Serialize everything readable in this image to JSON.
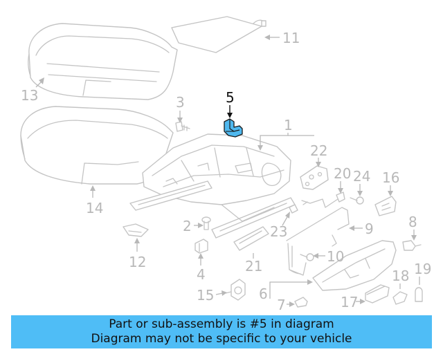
{
  "diagram": {
    "highlight_color": "#4fb8ee",
    "callouts": {
      "c1": "1",
      "c2": "2",
      "c3": "3",
      "c4": "4",
      "c5": "5",
      "c6": "6",
      "c7": "7",
      "c8": "8",
      "c9": "9",
      "c10": "10",
      "c11": "11",
      "c12": "12",
      "c13": "13",
      "c14": "14",
      "c15": "15",
      "c16": "16",
      "c17": "17",
      "c18": "18",
      "c19": "19",
      "c20": "20",
      "c21": "21",
      "c22": "22",
      "c23": "23",
      "c24": "24"
    },
    "highlighted_part": "5"
  },
  "banner": {
    "line1": "Part or sub-assembly is #5 in diagram",
    "line2": "Diagram may not be specific to your vehicle",
    "background": "#4fbdf6"
  }
}
